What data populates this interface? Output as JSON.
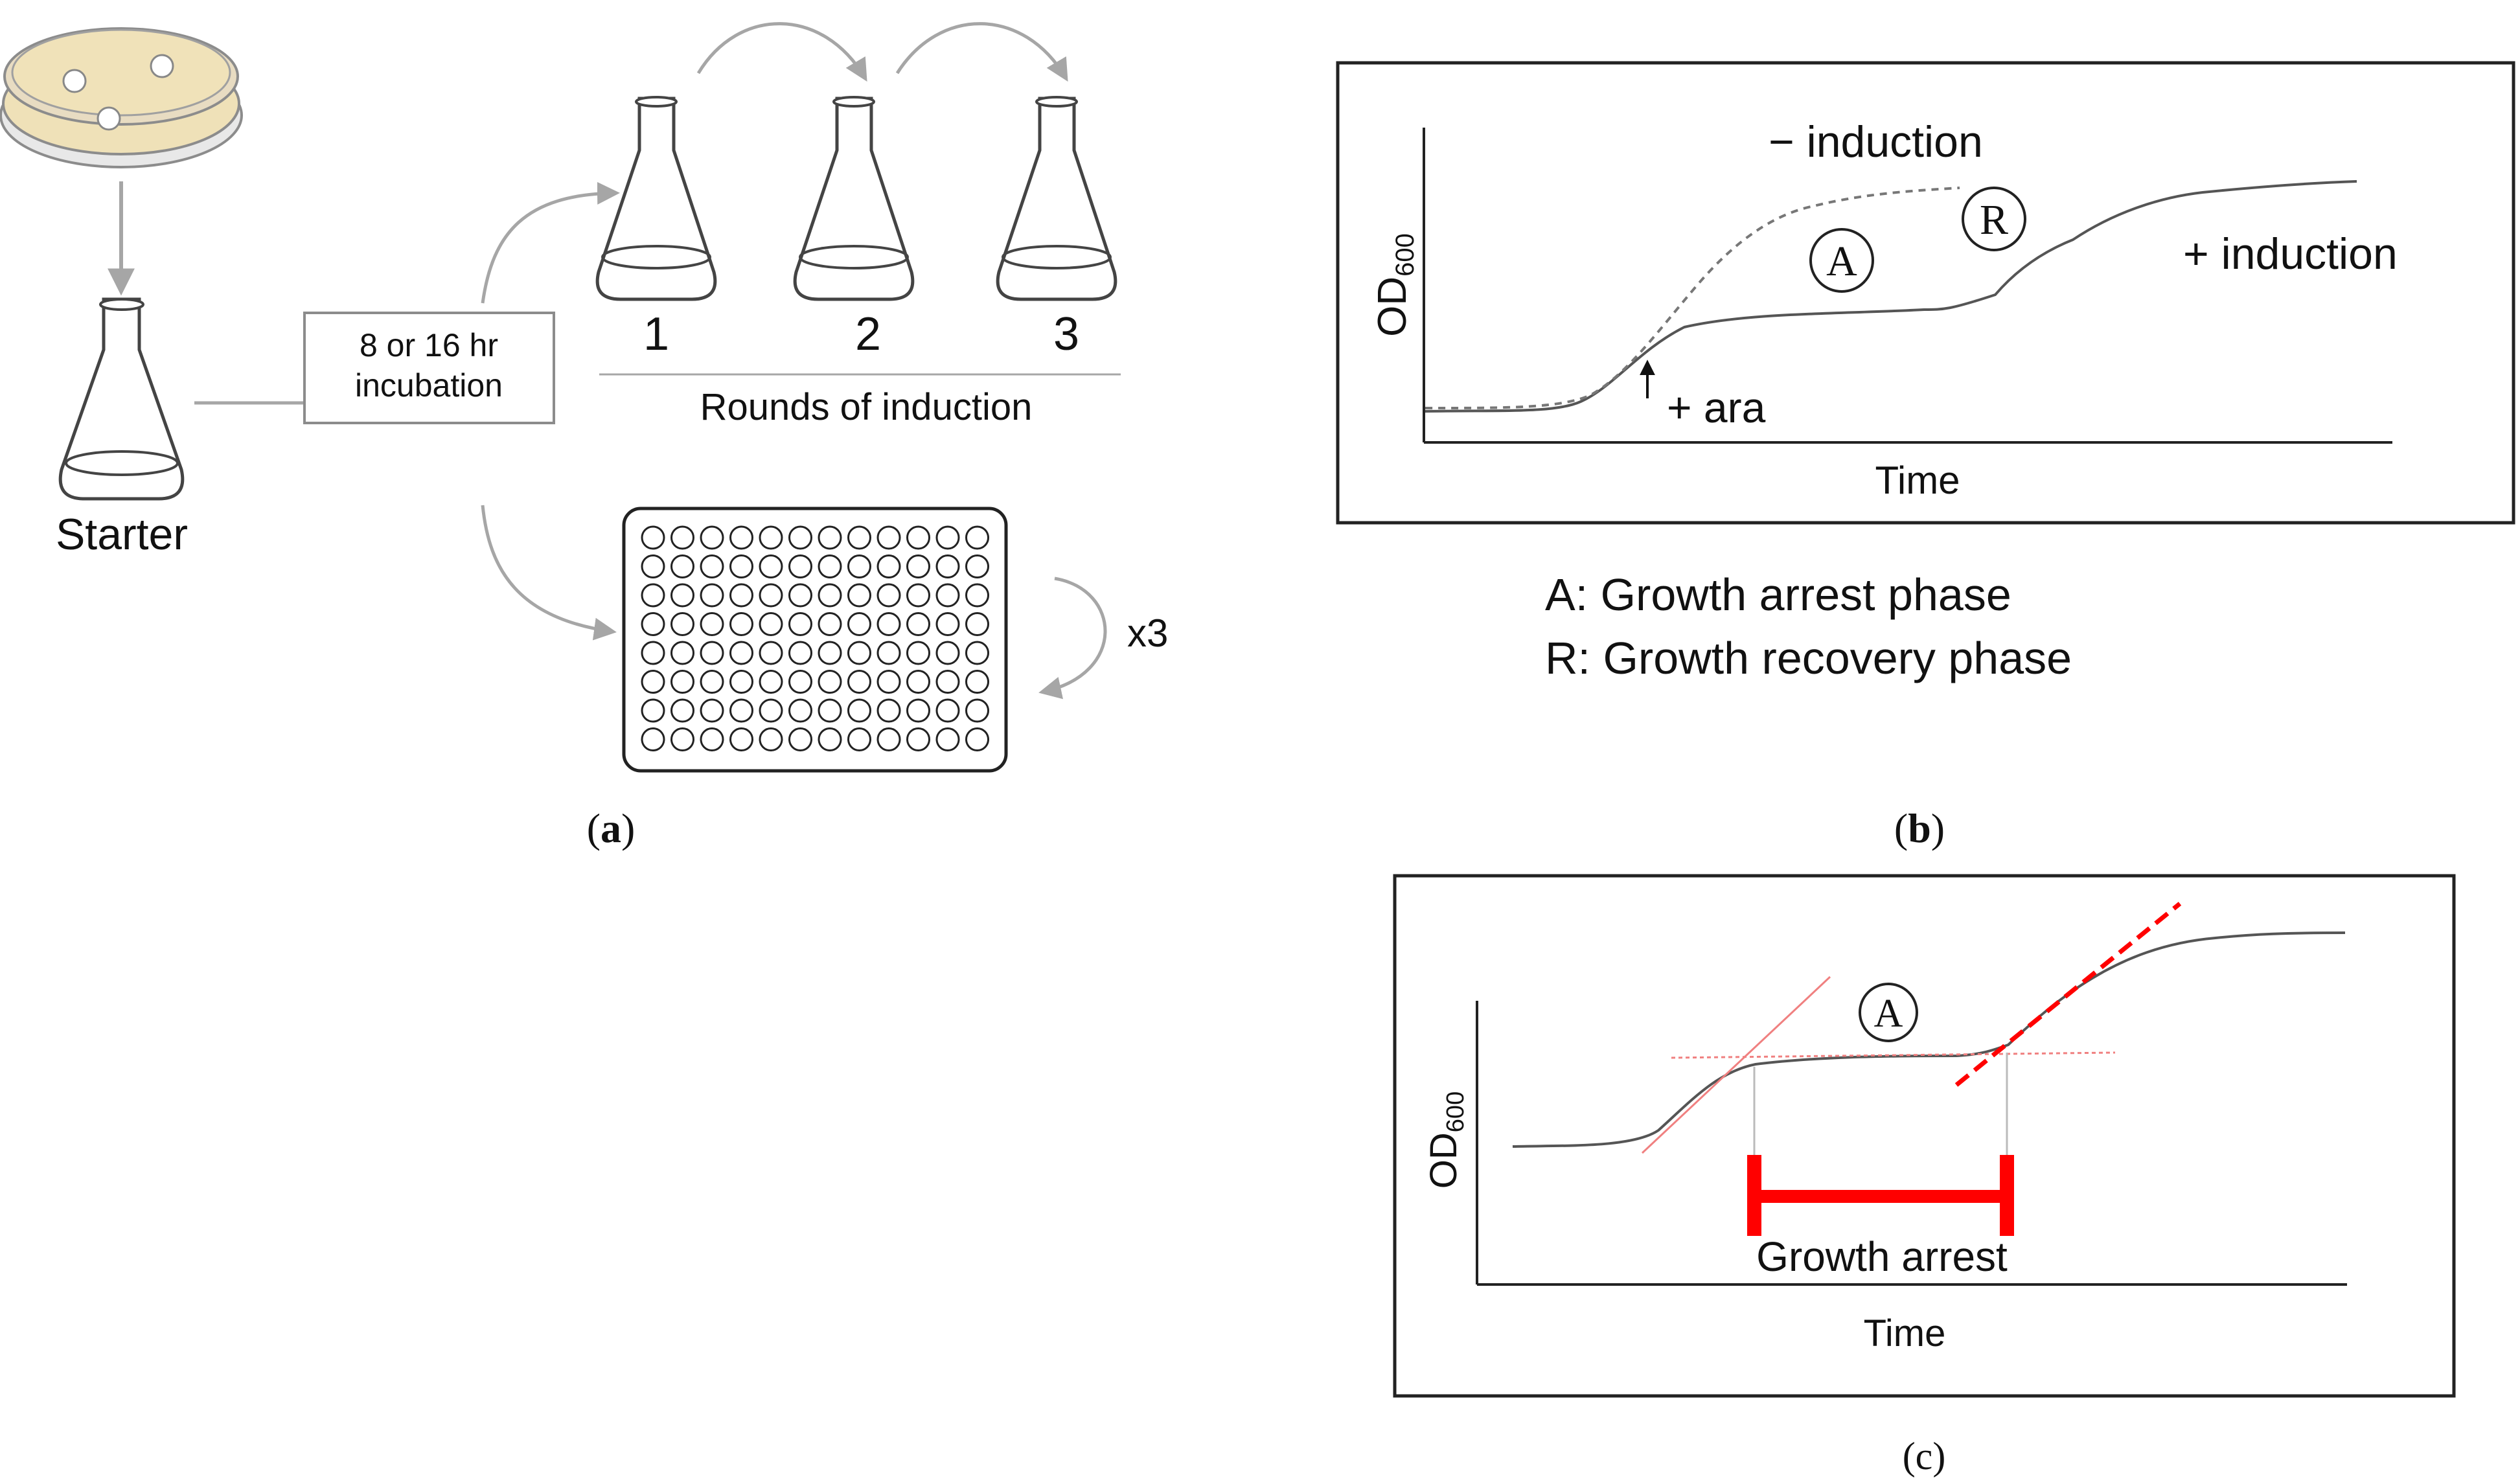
{
  "panel_a": {
    "starter_label": "Starter",
    "incubation_line1": "8 or 16 hr",
    "incubation_line2": "incubation",
    "flask_numbers": [
      "1",
      "2",
      "3"
    ],
    "rounds_label": "Rounds of induction",
    "repeat_label": "x3",
    "caption_open": "(",
    "caption_letter": "a",
    "caption_close": ")"
  },
  "panel_b": {
    "y_label_main": "OD",
    "y_label_sub": "600",
    "x_label": "Time",
    "minus_induction": "− induction",
    "plus_induction": "+ induction",
    "plus_ara": "+ ara",
    "marker_a": "A",
    "marker_r": "R",
    "legend_a": "A: Growth arrest phase",
    "legend_r": "R: Growth recovery phase",
    "caption_open": "(",
    "caption_letter": "b",
    "caption_close": ")"
  },
  "panel_c": {
    "y_label_main": "OD",
    "y_label_sub": "600",
    "x_label": "Time",
    "marker_a": "A",
    "growth_arrest_label": "Growth arrest",
    "caption": "(c)"
  },
  "colors": {
    "gray_arrow": "#a6a6a6",
    "curve": "#555555",
    "red": "#ff0000",
    "plate_agar": "#efe1b8"
  }
}
